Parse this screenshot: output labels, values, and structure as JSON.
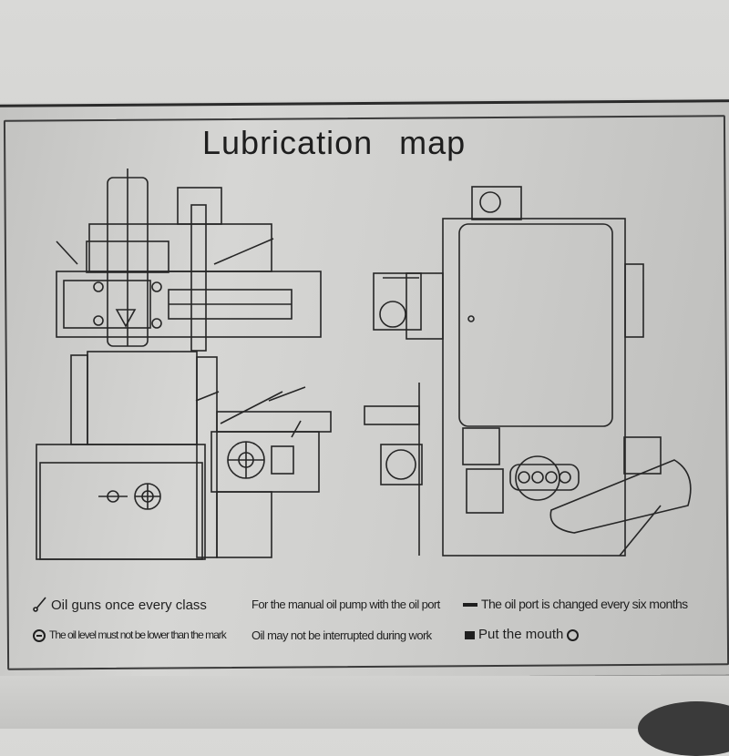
{
  "title": "Lubrication map",
  "legend": {
    "oil_gun": "Oil guns once every class",
    "manual_pump": "For the manual oil pump with the oil port",
    "oil_port_change": "The oil port is changed every six months",
    "oil_level": "The oil level must not be lower than the mark",
    "not_interrupted": "Oil may not be interrupted during work",
    "put_mouth": "Put the mouth"
  },
  "icons": {
    "oil_gun": "oil-gun-icon",
    "oil_level": "minus-circle-icon",
    "oil_port_change": "dash-icon",
    "put_mouth": "square-block-icon",
    "put_mouth_end": "ring-icon"
  },
  "colors": {
    "plate": "#cfcfcd",
    "ink": "#1f1f1f"
  }
}
